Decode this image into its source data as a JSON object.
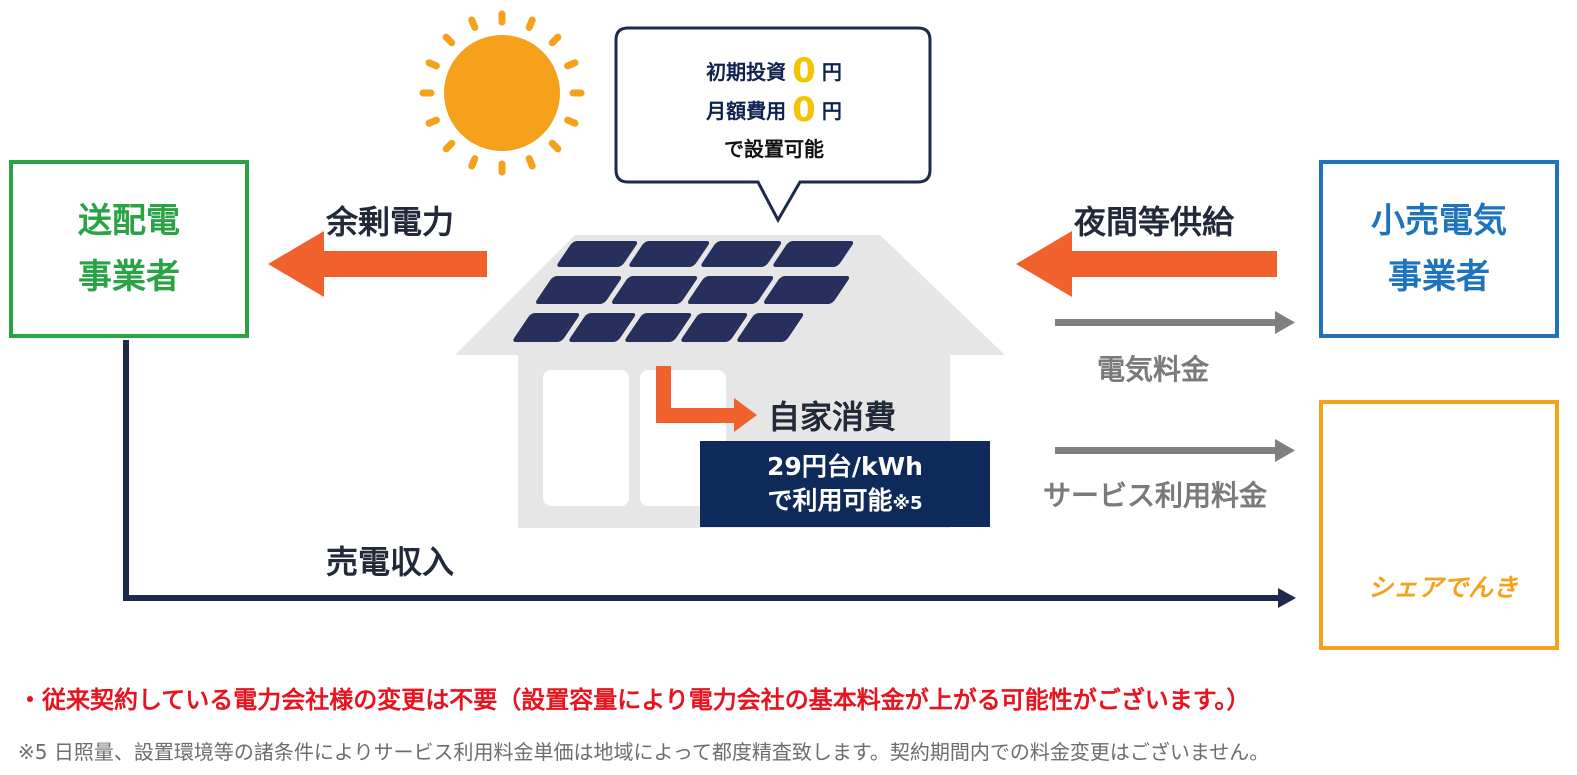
{
  "bubble": {
    "line1_label": "初期投資",
    "line1_value": "0",
    "line1_unit": "円",
    "line2_label": "月額費用",
    "line2_value": "0",
    "line2_unit": "円",
    "line3": "で設置可能"
  },
  "left_box": {
    "line1": "送配電",
    "line2": "事業者"
  },
  "right_box": {
    "line1": "小売電気",
    "line2": "事業者"
  },
  "share_logo": {
    "text": "シェアでんき"
  },
  "labels": {
    "surplus": "余剰電力",
    "night_supply": "夜間等供給",
    "electricity_fee": "電気料金",
    "service_fee": "サービス利用料金",
    "self_consumption": "自家消費",
    "sales_income": "売電収入"
  },
  "price_box": {
    "line1": "29円台/kWh",
    "line2": "で利用可能",
    "note": "※5"
  },
  "notes": {
    "red": "・従来契約している電力会社様の変更は不要（設置容量により電力会社の基本料金が上がる可能性がございます。）",
    "footnote": "※5 日照量、設置環境等の諸条件によりサービス利用料金単価は地域によって都度精査致します。契約期間内での料金変更はございません。"
  },
  "colors": {
    "sun": "#f5a11c",
    "orange_arrow": "#f0612d",
    "gray_arrow": "#7f7f7f",
    "navy": "#1e2a4a",
    "green": "#2aa345",
    "blue": "#1e73be",
    "red": "#e8131f",
    "house": "#e6e6e6",
    "panel": "#27305c"
  }
}
